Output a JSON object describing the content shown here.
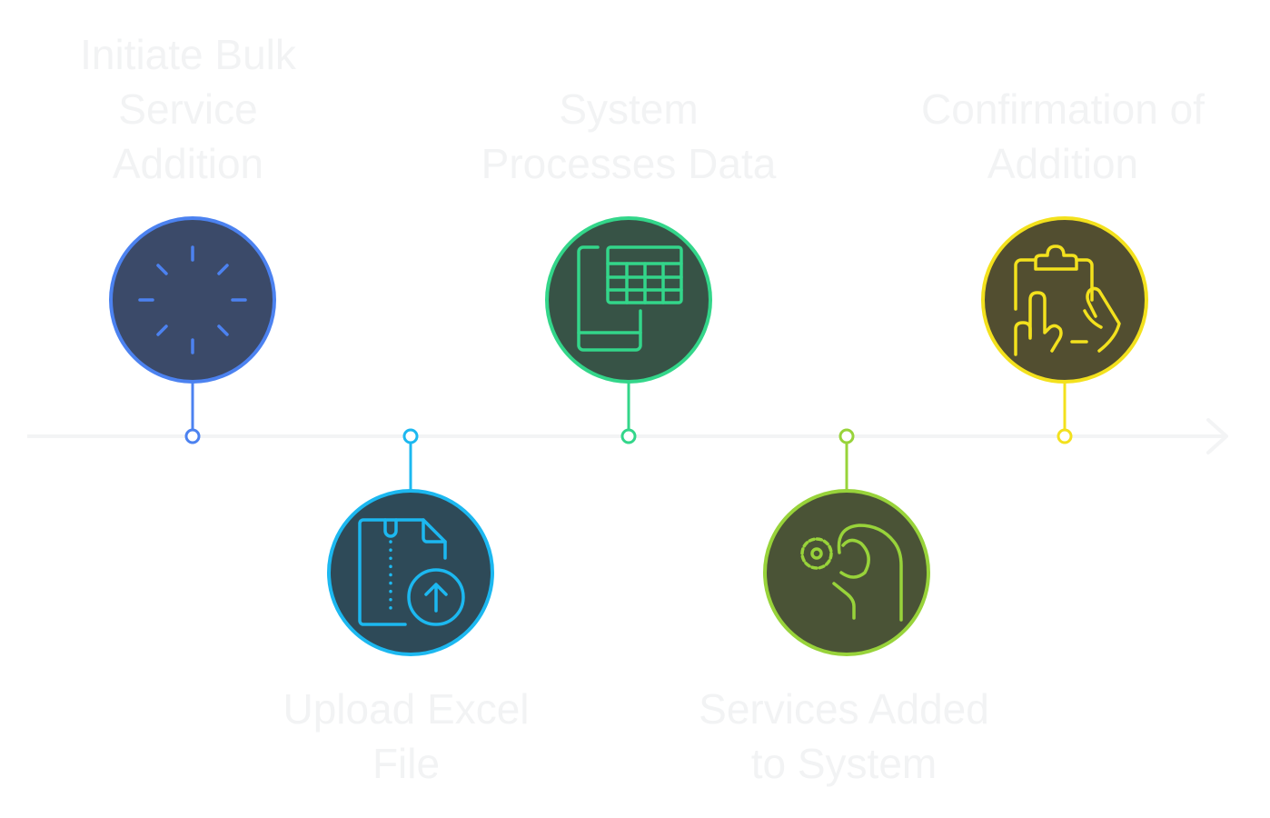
{
  "timeline": {
    "line_color": "#f3f4f5",
    "steps": [
      {
        "label": "Initiate Bulk\nService\nAddition",
        "icon": "loading-spinner-icon",
        "stroke": "#4c82f0",
        "fill": "#3b4a69"
      },
      {
        "label": "Upload Excel\nFile",
        "icon": "file-upload-icon",
        "stroke": "#1cb8f0",
        "fill": "#2e4a58"
      },
      {
        "label": "System\nProcesses Data",
        "icon": "spreadsheet-document-icon",
        "stroke": "#33d68a",
        "fill": "#375346"
      },
      {
        "label": "Services Added\nto System",
        "icon": "hand-gear-icon",
        "stroke": "#98d33a",
        "fill": "#4a5336"
      },
      {
        "label": "Confirmation of\nAddition",
        "icon": "clipboard-hand-icon",
        "stroke": "#f3e11d",
        "fill": "#524e30"
      }
    ]
  }
}
